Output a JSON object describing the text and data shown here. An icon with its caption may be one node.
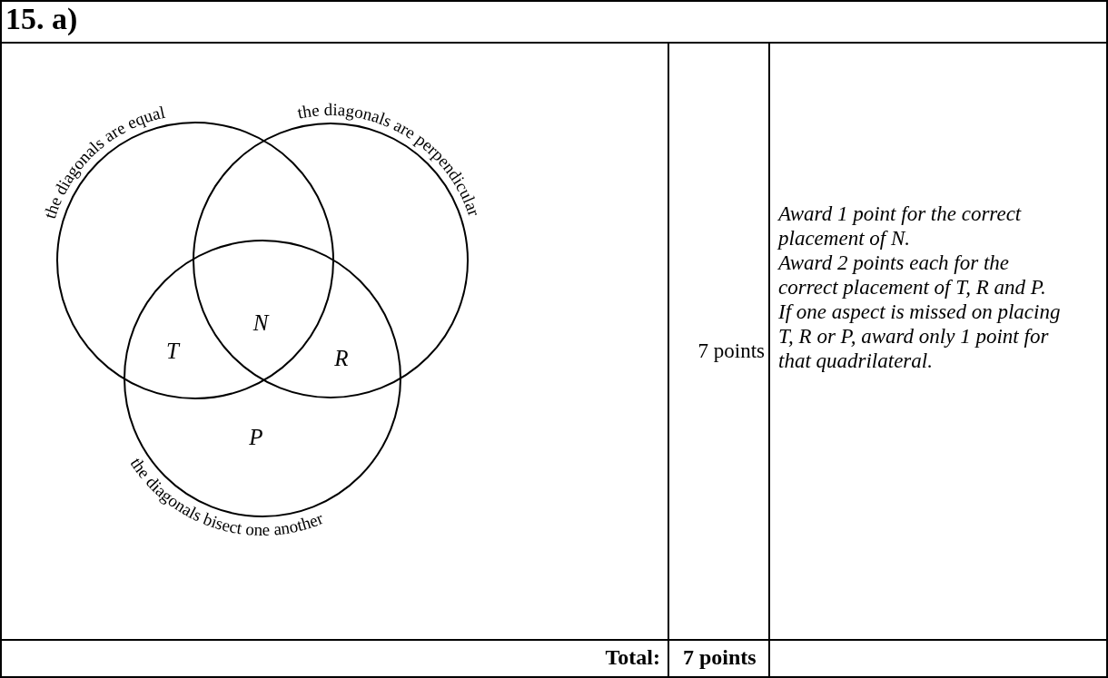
{
  "diagram": {
    "title": "15. a)",
    "nodes": [
      {
        "text": [
          "the diagonals are equal"
        ]
      },
      {
        "text": [
          "the diagonals are perpendicular"
        ]
      },
      {
        "text": [
          "the diagonals bisect one another"
        ]
      }
    ],
    "edges": [],
    "labels": [
      "T",
      "N",
      "R",
      "P",
      "7 points",
      "Award 1 point for the correct placement of N.",
      "Award 2 points each for the correct placement of T, R and P.",
      "If one aspect is missed on placing T, R or P, award only 1 point for that quadrilateral.",
      "Total:",
      "7 points"
    ]
  }
}
